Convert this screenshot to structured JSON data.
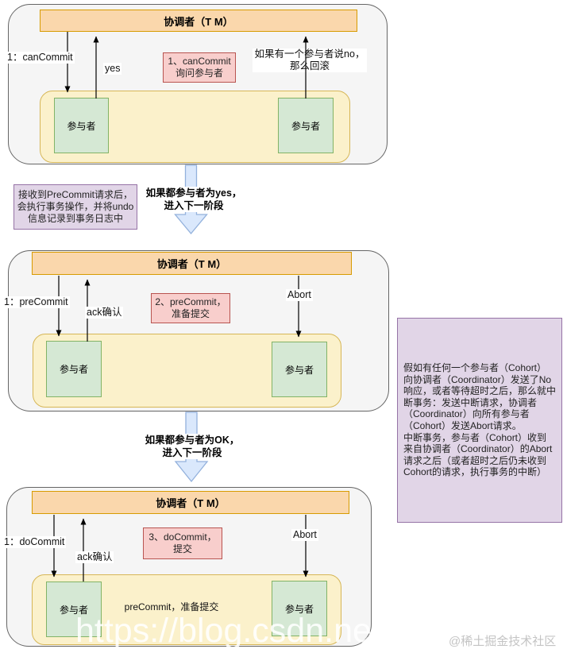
{
  "diagram": {
    "stages": [
      {
        "coordinator_label": "协调者（T M）",
        "request_label": "1：canCommit",
        "response_label": "yes",
        "note_label": "1、canCommit\n询问参与者",
        "side_label": "如果有一个参与者说no，\n那么回滚",
        "participants": [
          "参与者",
          "参与者"
        ],
        "inner_label": ""
      },
      {
        "coordinator_label": "协调者（T M）",
        "request_label": "1：preCommit",
        "response_label": "ack确认",
        "note_label": "2、preCommit，\n准备提交",
        "side_label": "Abort",
        "participants": [
          "参与者",
          "参与者"
        ],
        "inner_label": ""
      },
      {
        "coordinator_label": "协调者（T M）",
        "request_label": "1：doCommit",
        "response_label": "ack确认",
        "note_label": "3、doCommit，\n提交",
        "side_label": "Abort",
        "participants": [
          "参与者",
          "参与者"
        ],
        "inner_label": "preCommit，准备提交"
      }
    ],
    "transitions": [
      {
        "label": "如果都参与者为yes，\n进入下一阶段"
      },
      {
        "label": "如果都参与者为OK，\n进入下一阶段"
      }
    ],
    "notes": {
      "precommit_note": "接收到PreCommit请求后，\n会执行事务操作，并将undo\n信息记录到事务日志中",
      "abort_note": "假如有任何一个参与者（Cohort）向协调者（Coordinator）发送了No响应，或者等待超时之后，那么就中断事务：发送中断请求，协调者（Coordinator）向所有参与者（Cohort）发送Abort请求。\n中断事务，参与者（Cohort）收到来自协调者（Coordinator）的Abort请求之后（或者超时之后仍未收到Cohort的请求，执行事务的中断）"
    },
    "watermark": {
      "url_text": "https://blog.csdn.net/",
      "credit_text": "@稀土掘金技术社区"
    },
    "colors": {
      "coordinator_fill": "#FAD7AC",
      "coordinator_border": "#D79B00",
      "participant_fill": "#D5E8D4",
      "participant_border": "#82B366",
      "pool_fill": "#FBF1CB",
      "pool_border": "#D6B656",
      "note_pink_fill": "#F8CECC",
      "note_pink_border": "#B85450",
      "note_purple_fill": "#E1D5E7",
      "note_purple_border": "#9673A6",
      "stage_fill": "#F5F5F5",
      "stage_border": "#666666",
      "big_arrow_fill": "#DAE8FC",
      "big_arrow_border": "#93B1DC"
    }
  }
}
